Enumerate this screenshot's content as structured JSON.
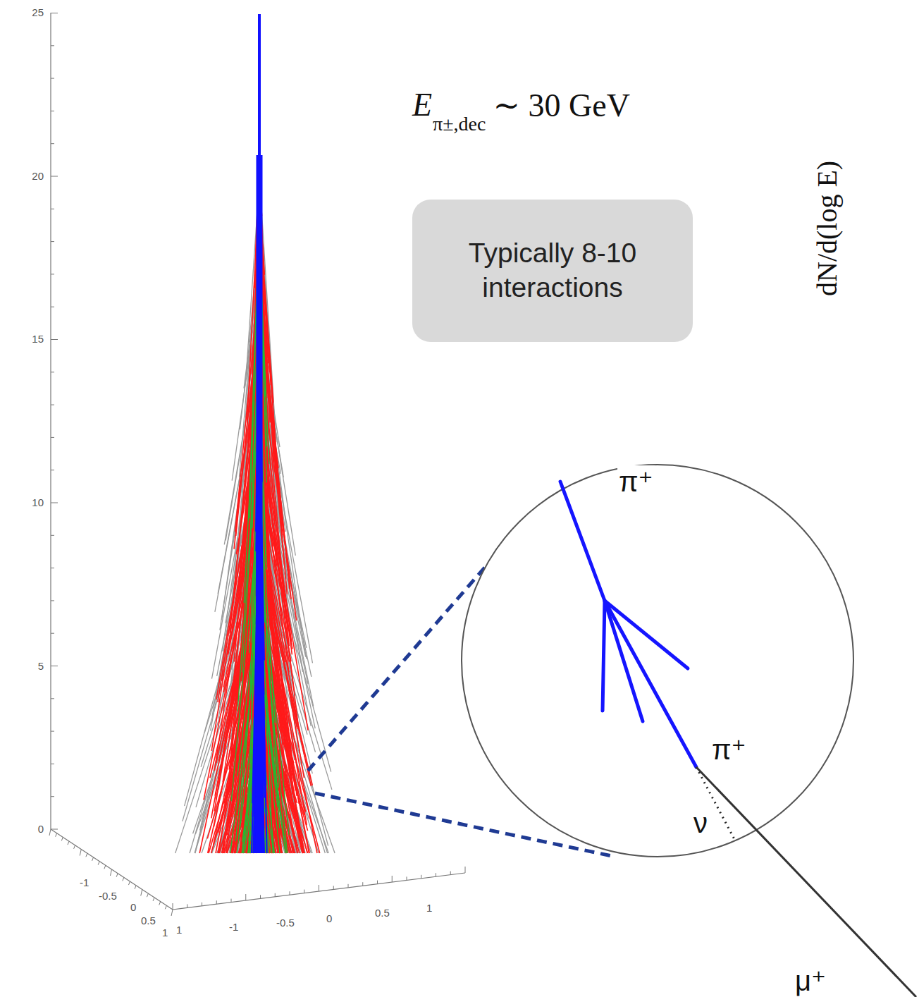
{
  "diagram": {
    "nodes": [
      {
        "text": [
          "Typically 8-10 interactions"
        ]
      },
      {
        "text": [
          "π⁺",
          "π⁺",
          "ν"
        ]
      }
    ],
    "edges": [],
    "labels": [
      "E",
      "π±,dec",
      "∼ 30 GeV",
      "μ⁺",
      "dN/d(log E)",
      "25",
      "20",
      "15",
      "10",
      "5",
      "0",
      "-1",
      "-0.5",
      "0",
      "0.5",
      "1",
      "1",
      "-1",
      "-0.5",
      "0",
      "0.5",
      "1"
    ]
  }
}
